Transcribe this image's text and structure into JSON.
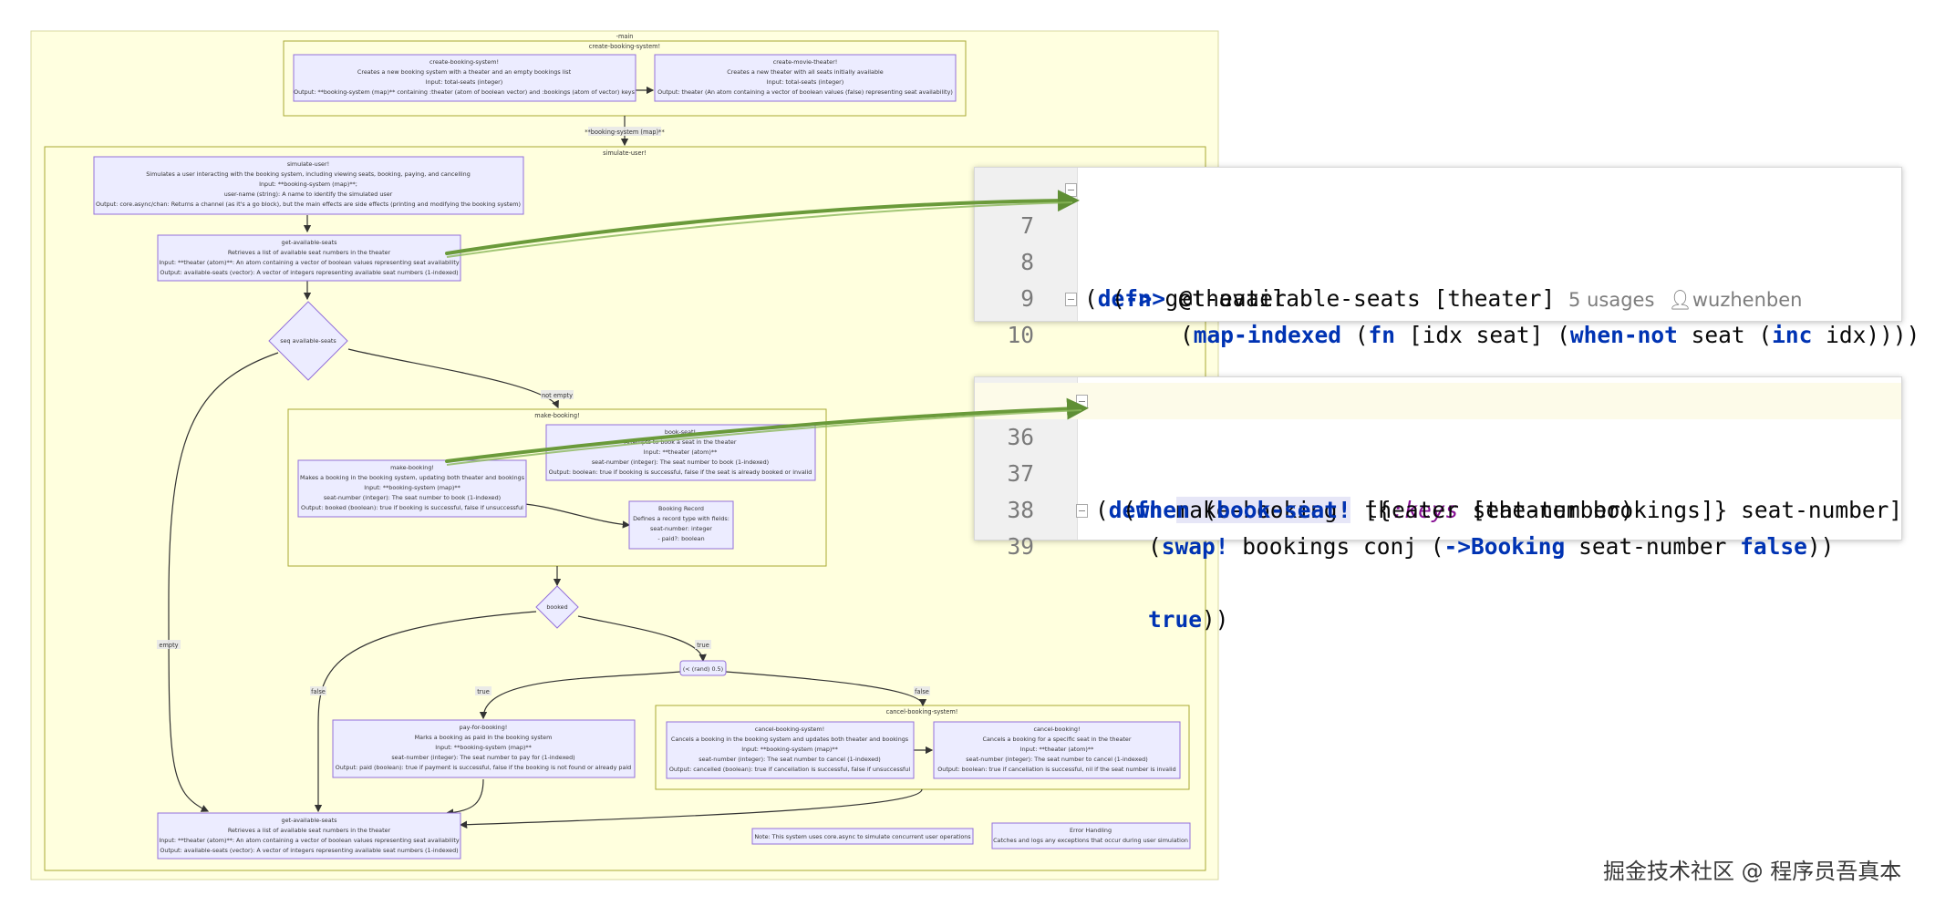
{
  "diagram": {
    "outer_title": "-main",
    "sub1_title": "create-booking-system!",
    "sub2_title": "simulate-user!",
    "sub3_title": "make-booking!",
    "sub4_title": "cancel-booking-system!",
    "nodes": {
      "create_booking_system": [
        "create-booking-system!",
        "Creates a new booking system with a theater and an empty bookings list",
        "Input: total-seats (integer)",
        "Output: **booking-system (map)** containing :theater (atom of boolean vector) and :bookings (atom of vector) keys"
      ],
      "create_movie_theater": [
        "create-movie-theater!",
        "Creates a new theater with all seats initially available",
        "Input: total-seats (integer)",
        "Output: theater (An atom containing a vector of boolean values (false) representing seat availability)"
      ],
      "simulate_user": [
        "simulate-user!",
        "Simulates a user interacting with the booking system, including viewing seats, booking, paying, and cancelling",
        "Input: **booking-system (map)**;",
        "user-name (string): A name to identify the simulated user",
        "Output: core.async/chan: Returns a channel (as it's a go block), but the main effects are side effects (printing and modifying the booking system)"
      ],
      "get_available_seats_1": [
        "get-available-seats",
        "Retrieves a list of available seat numbers in the theater",
        "Input: **theater (atom)**: An atom containing a vector of boolean values representing seat availability",
        "Output: available-seats (vector): A vector of integers representing available seat numbers (1-indexed)"
      ],
      "seq_available": [
        "seq available-seats"
      ],
      "book_seat": [
        "book-seat!",
        "Attempts to book a seat in the theater",
        "Input: **theater (atom)**",
        "seat-number (integer): The seat number to book (1-indexed)",
        "Output: boolean: true if booking is successful, false if the seat is already booked or invalid"
      ],
      "make_booking": [
        "make-booking!",
        "Makes a booking in the booking system, updating both theater and bookings",
        "Input: **booking-system (map)**",
        "seat-number (integer): The seat number to book (1-indexed)",
        "Output: booked (boolean): true if booking is successful, false if unsuccessful"
      ],
      "booking_record": [
        "Booking Record",
        "Defines a record type with fields:",
        "seat-number: integer",
        "- paid?: boolean"
      ],
      "booked": [
        "booked"
      ],
      "rand": [
        "(< (rand) 0.5)"
      ],
      "pay_for_booking": [
        "pay-for-booking!",
        "Marks a booking as paid in the booking system",
        "Input: **booking-system (map)**",
        "seat-number (integer): The seat number to pay for (1-indexed)",
        "Output: paid (boolean): true if payment is successful, false if the booking is not found or already paid"
      ],
      "cancel_booking_system": [
        "cancel-booking-system!",
        "Cancels a booking in the booking system and updates both theater and bookings",
        "Input: **booking-system (map)**",
        "seat-number (integer): The seat number to cancel (1-indexed)",
        "Output: cancelled (boolean): true if cancellation is successful, false if unsuccessful"
      ],
      "cancel_booking": [
        "cancel-booking!",
        "Cancels a booking for a specific seat in the theater",
        "Input: **theater (atom)**",
        "seat-number (integer): The seat number to cancel (1-indexed)",
        "Output: boolean: true if cancellation is successful, nil if the seat number is invalid"
      ],
      "get_available_seats_2": [
        "get-available-seats",
        "Retrieves a list of available seat numbers in the theater",
        "Input: **theater (atom)**: An atom containing a vector of boolean values representing seat availability",
        "Output: available-seats (vector): A vector of integers representing available seat numbers (1-indexed)"
      ],
      "note": [
        "Note: This system uses core.async to simulate concurrent user operations"
      ],
      "error_handling": [
        "Error Handling",
        "Catches and logs any exceptions that occur during user simulation"
      ]
    },
    "edge_labels": {
      "booking_system_map": "**booking-system (map)**",
      "not_empty": "not empty",
      "empty": "empty",
      "true1": "true",
      "false1": "false",
      "true2": "true",
      "false2": "false"
    }
  },
  "code_panel_1": {
    "lines": [
      {
        "num": "7"
      },
      {
        "num": "8"
      },
      {
        "num": "9"
      },
      {
        "num": "10"
      }
    ],
    "usages": "5 usages",
    "author": "wuzhenben"
  },
  "code_panel_2": {
    "lines": [
      {
        "num": "36"
      },
      {
        "num": "37"
      },
      {
        "num": "38"
      },
      {
        "num": "39"
      }
    ]
  },
  "colors": {
    "arrow": "#6a9a3a",
    "keyword": "#0033b3",
    "keyword_param": "#871094",
    "node_fill": "#ececff",
    "node_stroke": "#9370db",
    "cluster_fill": "#ffffde"
  },
  "watermark": "掘金技术社区 @ 程序员吾真本"
}
